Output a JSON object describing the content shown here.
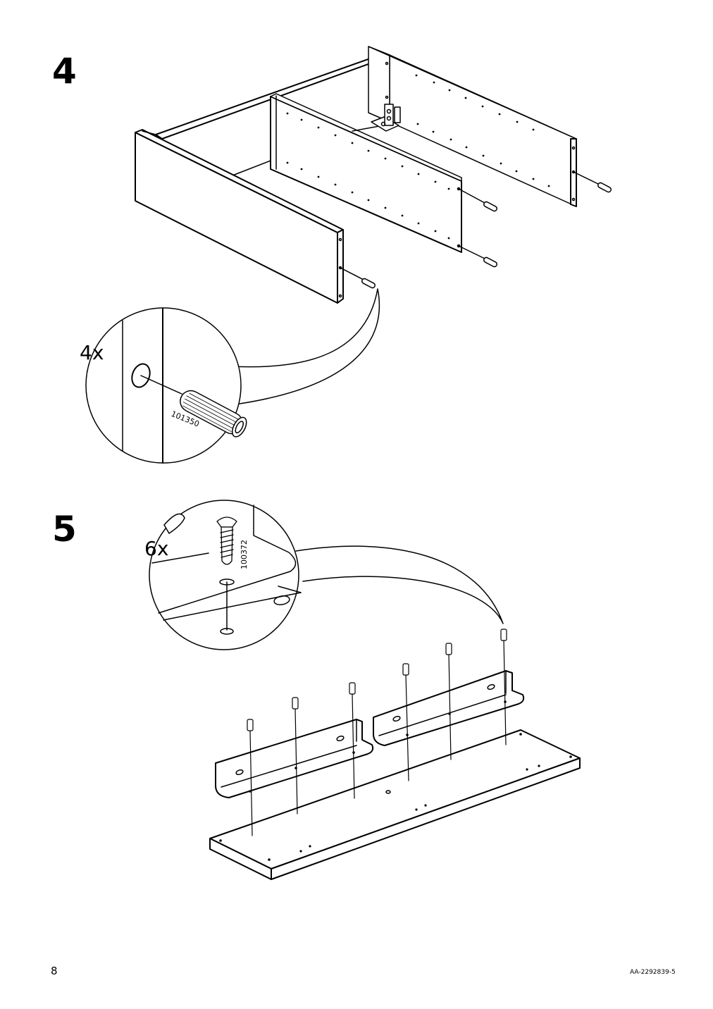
{
  "page": {
    "page_number": "8",
    "document_code": "AA-2292839-5"
  },
  "steps": [
    {
      "number": "4",
      "quantity": "4x",
      "part_number": "101350"
    },
    {
      "number": "5",
      "quantity": "6x",
      "part_number": "100372"
    }
  ]
}
